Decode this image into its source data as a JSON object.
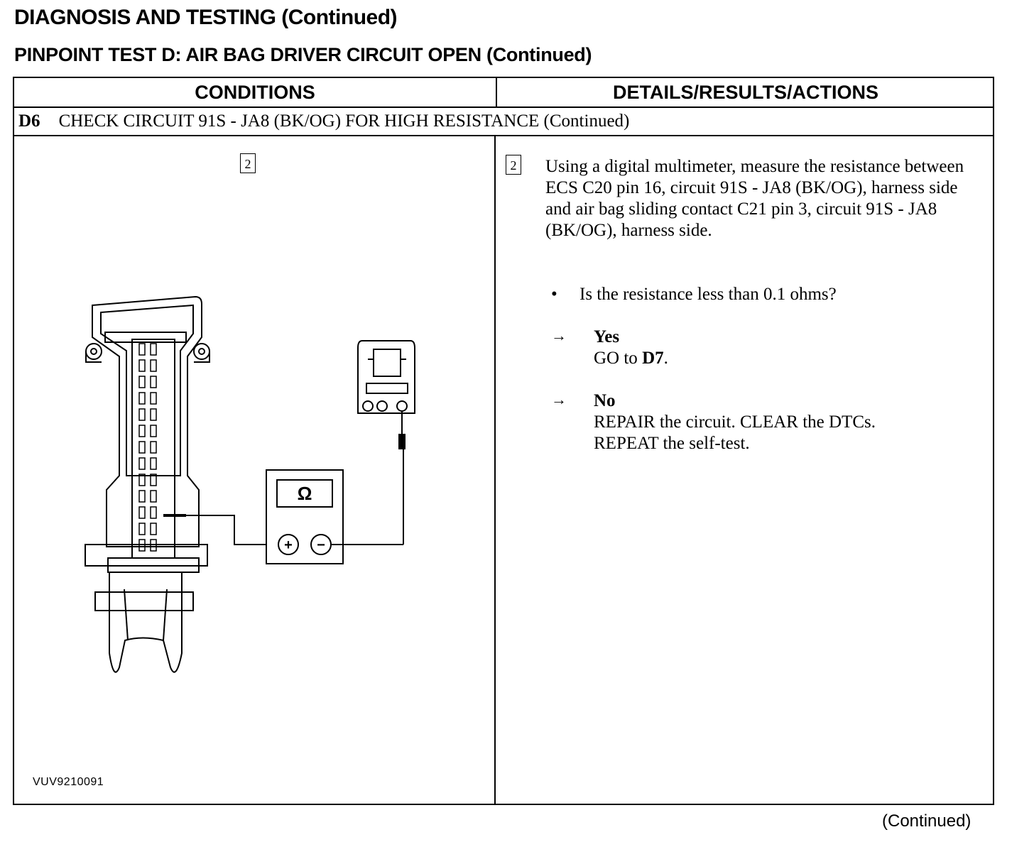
{
  "header": {
    "section_title": "DIAGNOSIS AND TESTING (Continued)",
    "test_title": "PINPOINT TEST D:  AIR BAG DRIVER CIRCUIT OPEN (Continued)"
  },
  "table": {
    "col_conditions": "CONDITIONS",
    "col_details": "DETAILS/RESULTS/ACTIONS",
    "step_id": "D6",
    "step_title": "CHECK CIRCUIT 91S - JA8 (BK/OG) FOR HIGH RESISTANCE (Continued)"
  },
  "conditions": {
    "step_marker": "2",
    "meter_symbol": "Ω",
    "meter_plus": "+",
    "meter_minus": "−",
    "figure_code": "VUV9210091"
  },
  "details": {
    "step_marker": "2",
    "instruction": "Using a digital multimeter, measure the resistance between ECS C20 pin 16, circuit 91S - JA8 (BK/OG), harness side and air bag sliding contact C21 pin 3, circuit 91S - JA8 (BK/OG), harness side.",
    "bullet_glyph": "•",
    "question": "Is the resistance less than 0.1 ohms?",
    "arrow_glyph": "→",
    "yes_label": "Yes",
    "yes_action_prefix": "GO to ",
    "yes_action_target": "D7",
    "yes_action_suffix": ".",
    "no_label": "No",
    "no_action_line1": "REPAIR the circuit. CLEAR the DTCs.",
    "no_action_line2": "REPEAT the self-test."
  },
  "footer": {
    "continued": "(Continued)"
  }
}
